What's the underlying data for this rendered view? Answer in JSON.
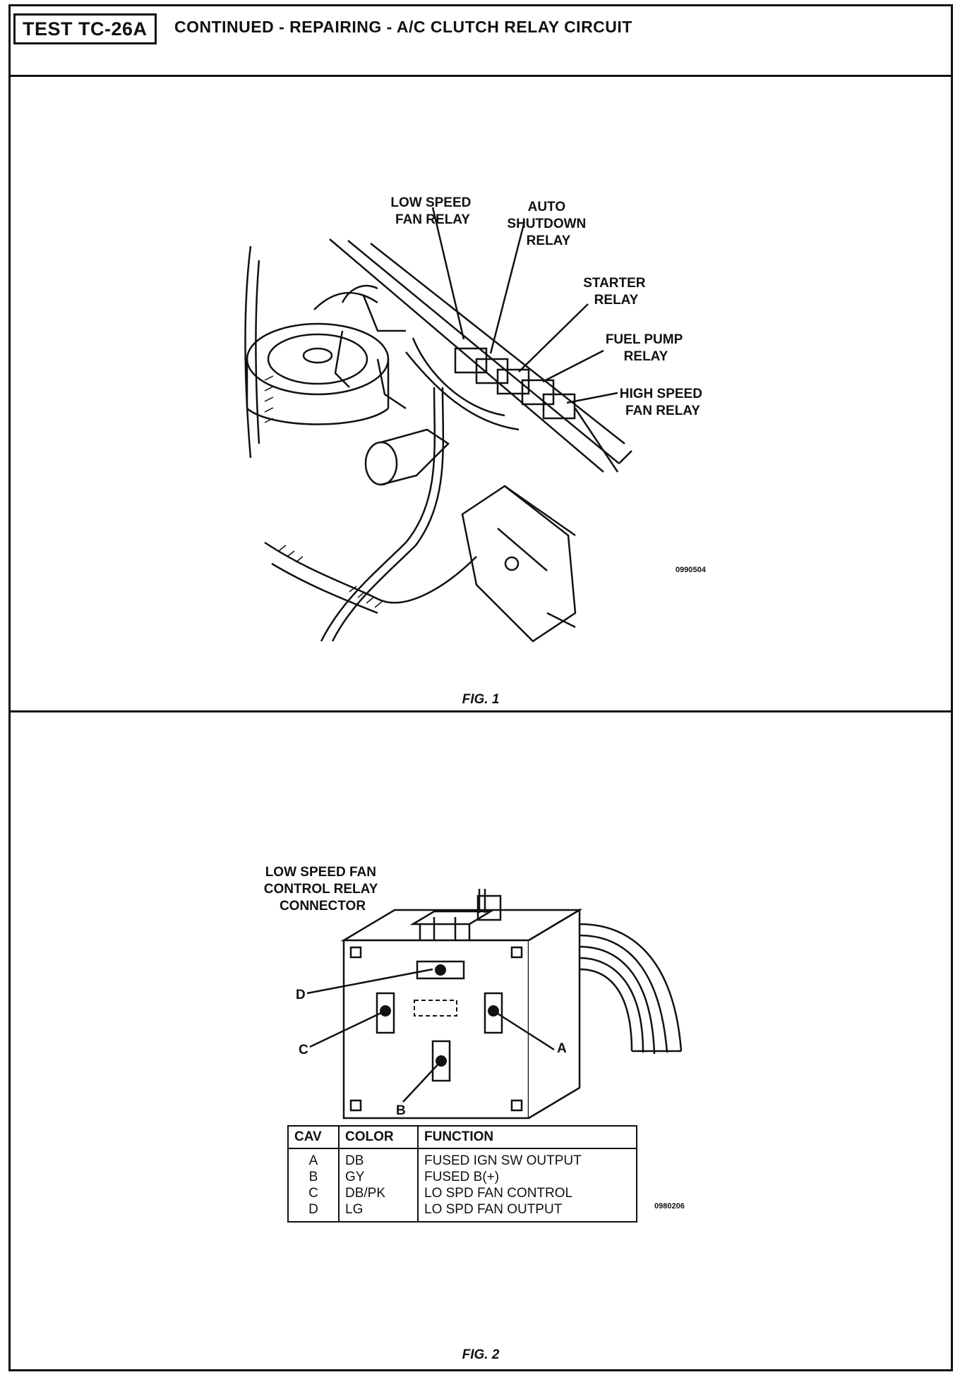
{
  "header": {
    "test_id": "TEST TC-26A",
    "title": "CONTINUED - REPAIRING - A/C CLUTCH RELAY CIRCUIT"
  },
  "fig1": {
    "caption": "FIG. 1",
    "code": "0990504",
    "labels": {
      "low_speed_fan_relay": [
        "LOW SPEED",
        "FAN RELAY"
      ],
      "auto_shutdown_relay": [
        "AUTO",
        "SHUTDOWN",
        "RELAY"
      ],
      "starter_relay": [
        "STARTER",
        "RELAY"
      ],
      "fuel_pump_relay": [
        "FUEL PUMP",
        "RELAY"
      ],
      "high_speed_fan_relay": [
        "HIGH SPEED",
        "FAN RELAY"
      ]
    }
  },
  "fig2": {
    "caption": "FIG. 2",
    "code": "0980206",
    "connector_label": [
      "LOW SPEED FAN",
      "CONTROL RELAY",
      "CONNECTOR"
    ],
    "cavity_labels": {
      "a": "A",
      "b": "B",
      "c": "C",
      "d": "D"
    },
    "table": {
      "headers": [
        "CAV",
        "COLOR",
        "FUNCTION"
      ],
      "rows": [
        {
          "cav": "A",
          "color": "DB",
          "function": "FUSED IGN SW OUTPUT"
        },
        {
          "cav": "B",
          "color": "GY",
          "function": "FUSED B(+)"
        },
        {
          "cav": "C",
          "color": "DB/PK",
          "function": "LO SPD FAN CONTROL"
        },
        {
          "cav": "D",
          "color": "LG",
          "function": "LO SPD FAN OUTPUT"
        }
      ]
    }
  }
}
